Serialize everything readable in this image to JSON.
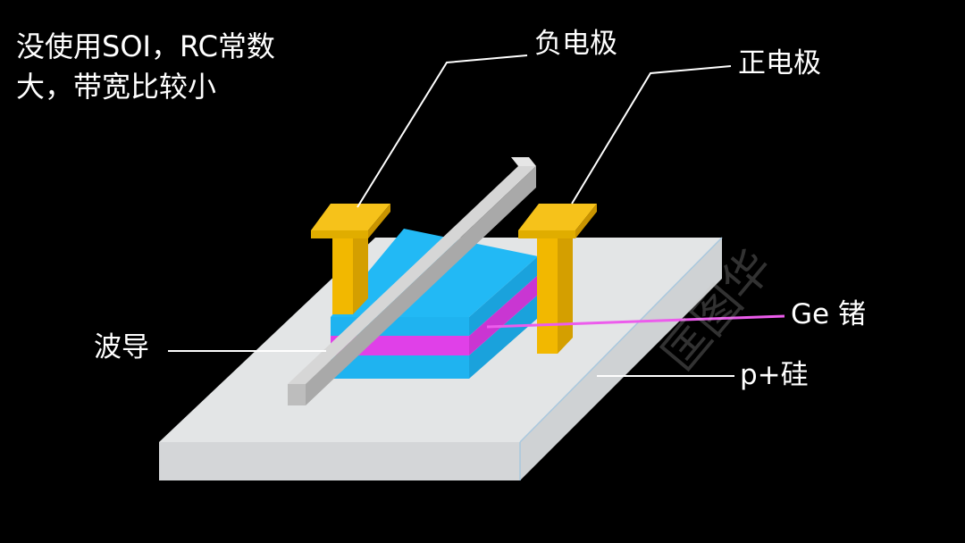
{
  "note": {
    "line1": "没使用SOI，RC常数",
    "line2": "大，带宽比较小"
  },
  "labels": {
    "negative_electrode": "负电极",
    "positive_electrode": "正电极",
    "waveguide": "波导",
    "germanium": "Ge 锗",
    "p_silicon": "p+硅"
  },
  "watermark": "匡图华",
  "colors": {
    "background": "#000000",
    "substrate": "#e3e5e6",
    "layer_blue": "#1fb3f0",
    "layer_magenta": "#e040e8",
    "electrode": "#f2b800",
    "waveguide": "#c9c9c9",
    "ge_leader": "#ec5cec"
  }
}
